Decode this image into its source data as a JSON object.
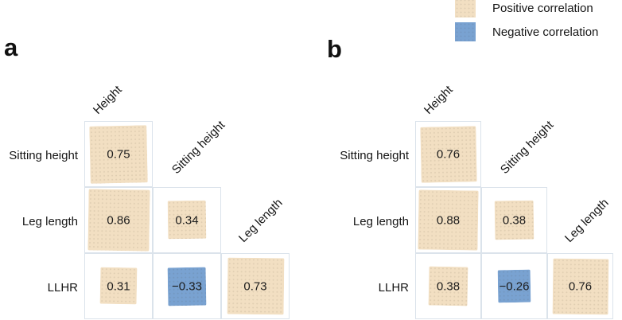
{
  "legend": {
    "items": [
      {
        "label": "Positive correlation",
        "color_key": "positive"
      },
      {
        "label": "Negative correlation",
        "color_key": "negative"
      }
    ]
  },
  "colors": {
    "positive": "#F2DFC2",
    "negative": "#79A2D1",
    "cell_border": "#DBE3EB",
    "value_text": "#1C1C1C"
  },
  "chart_data": [
    {
      "type": "heatmap",
      "panel_label": "a",
      "variables": [
        "Height",
        "Sitting height",
        "Leg length",
        "LLHR"
      ],
      "row_labels": [
        "Sitting height",
        "Leg length",
        "LLHR"
      ],
      "col_labels": [
        "Height",
        "Sitting height",
        "Leg length"
      ],
      "diag_labels": [
        "Height",
        "Sitting height",
        "Leg length"
      ],
      "values": [
        [
          0.75
        ],
        [
          0.86,
          0.34
        ],
        [
          0.31,
          -0.33,
          0.73
        ]
      ],
      "value_labels": [
        [
          "0.75"
        ],
        [
          "0.86",
          "0.34"
        ],
        [
          "0.31",
          "−0.33",
          "0.73"
        ]
      ]
    },
    {
      "type": "heatmap",
      "panel_label": "b",
      "variables": [
        "Height",
        "Sitting height",
        "Leg length",
        "LLHR"
      ],
      "row_labels": [
        "Sitting height",
        "Leg length",
        "LLHR"
      ],
      "col_labels": [
        "Height",
        "Sitting height",
        "Leg length"
      ],
      "diag_labels": [
        "Height",
        "Sitting height",
        "Leg length"
      ],
      "values": [
        [
          0.76
        ],
        [
          0.88,
          0.38
        ],
        [
          0.38,
          -0.26,
          0.76
        ]
      ],
      "value_labels": [
        [
          "0.76"
        ],
        [
          "0.88",
          "0.38"
        ],
        [
          "0.38",
          "−0.26",
          "0.76"
        ]
      ]
    }
  ]
}
